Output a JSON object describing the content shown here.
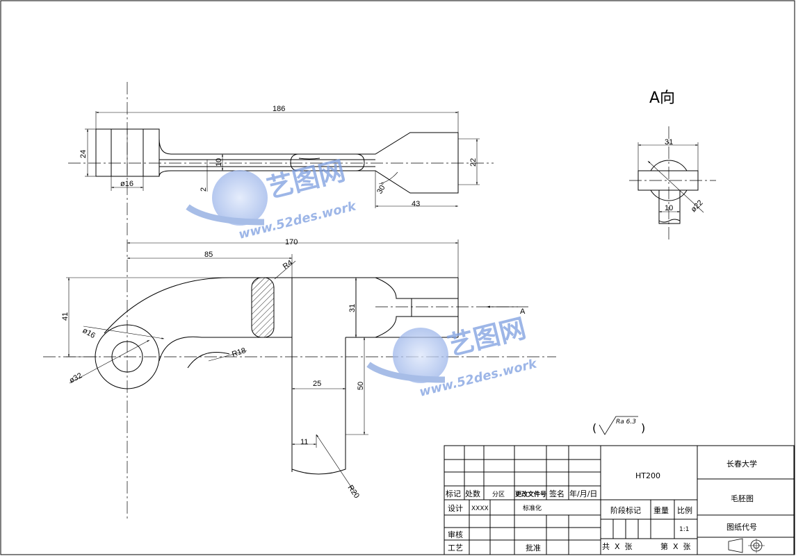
{
  "drawing": {
    "view_label": "A向",
    "section_arrow_label": "A",
    "roughness": "Ra 6.3",
    "top_view_dims": {
      "overall_length": "186",
      "height": "24",
      "boss_dia": "ø16",
      "web_thickness": "10",
      "offset": "2",
      "angle": "30°",
      "end_length": "43",
      "end_height": "22"
    },
    "front_view_dims": {
      "overall_length": "170",
      "center_distance": "85",
      "fillet_r4": "R4",
      "height": "41",
      "bore_dia": "ø16",
      "boss_dia": "ø32",
      "arc_r18": "R18",
      "slot_width": "31",
      "leg_width": "25",
      "leg_height": "50",
      "tip_width": "11",
      "arc_r20": "R20"
    },
    "a_view_dims": {
      "width": "31",
      "key_width": "10",
      "dia": "ø22"
    }
  },
  "watermark": {
    "brand": "艺图网",
    "url": "www.52des.work"
  },
  "title_block": {
    "material": "HT200",
    "school": "长春大学",
    "drawing_name": "毛胚图",
    "drawing_code": "图纸代号",
    "headers": {
      "mark": "标记",
      "count": "处数",
      "zone": "分区",
      "change_doc": "更改文件号",
      "signature": "签名",
      "date": "年/月/日"
    },
    "design": "设计",
    "designer": "XXXX",
    "standardize": "标准化",
    "review": "审核",
    "process": "工艺",
    "approve": "批准",
    "stage_mark": "阶段标记",
    "weight": "重量",
    "scale_label": "比例",
    "scale": "1:1",
    "sheet_total": "共  X  张",
    "sheet_num": "第  X  张"
  }
}
